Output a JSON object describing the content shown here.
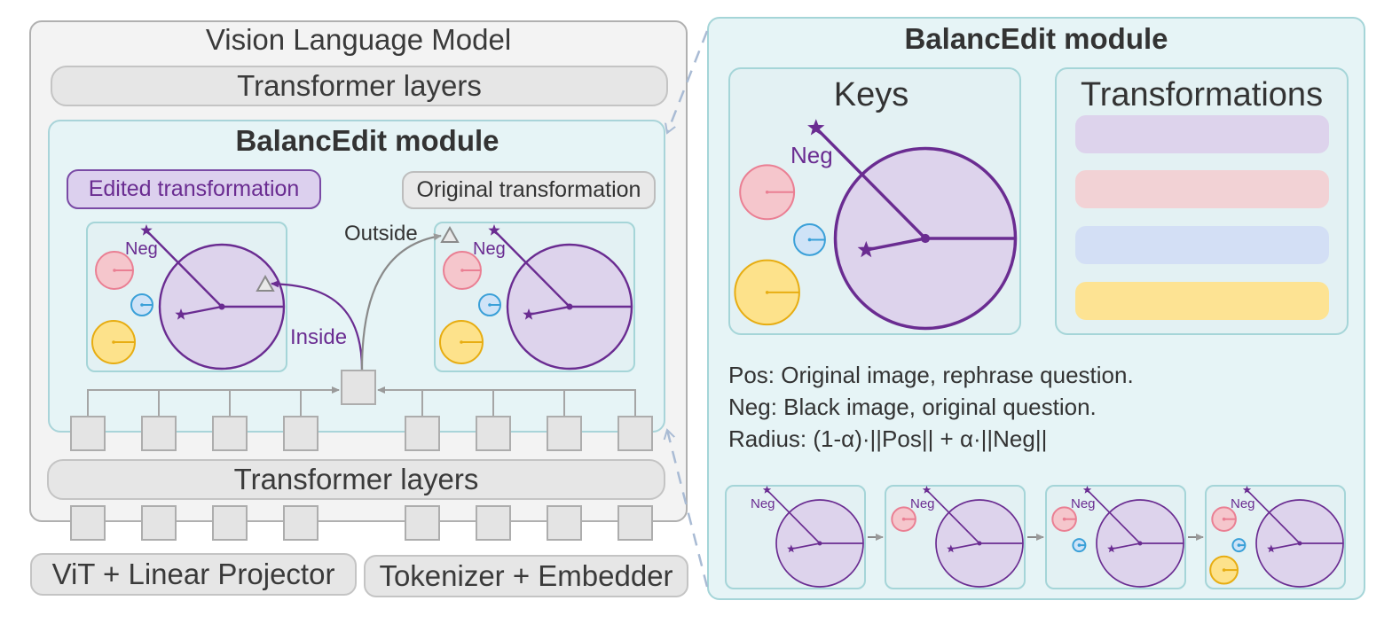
{
  "vlm": {
    "title": "Vision Language Model",
    "top_layers": "Transformer layers",
    "bottom_layers": "Transformer layers"
  },
  "inner_module": {
    "title": "BalancEdit module",
    "edited_label": "Edited transformation",
    "original_label": "Original transformation",
    "outside_label": "Outside",
    "inside_label": "Inside",
    "left_keys": {
      "neg": "Neg",
      "pos": "Pos",
      "radius": "radius"
    },
    "right_keys": {
      "neg": "Neg",
      "pos": "Pos",
      "radius": "radius"
    }
  },
  "inputs": {
    "vit": "ViT + Linear Projector",
    "tokenizer": "Tokenizer + Embedder"
  },
  "detail": {
    "title": "BalancEdit module",
    "keys_title": "Keys",
    "transformations_title": "Transformations",
    "keys": {
      "neg": "Neg",
      "pos": "Pos",
      "radius": "Radius"
    },
    "legend": [
      "Pos: Original image, rephrase question.",
      "Neg: Black image, original question.",
      "Radius: (1-α)·||Pos|| + α·||Neg||"
    ],
    "sequence": [
      {
        "neg": "Neg",
        "pos": "Pos",
        "radius": "radius"
      },
      {
        "neg": "Neg",
        "pos": "Pos",
        "radius": "radius"
      },
      {
        "neg": "Neg",
        "pos": "Pos",
        "radius": "radius"
      },
      {
        "neg": "Neg",
        "pos": "Pos",
        "radius": "radius"
      }
    ]
  },
  "colors": {
    "purple": "#6a2c91",
    "lavender": "#ddd3ec",
    "pink": "#f5c6cc",
    "blue": "#cfe3f7",
    "yellow": "#fde28b",
    "panel_teal": "#e6f4f6",
    "panel_border": "#a5d5d8",
    "gray_fill": "#ebebeb",
    "gray_border": "#b5b5b5"
  }
}
